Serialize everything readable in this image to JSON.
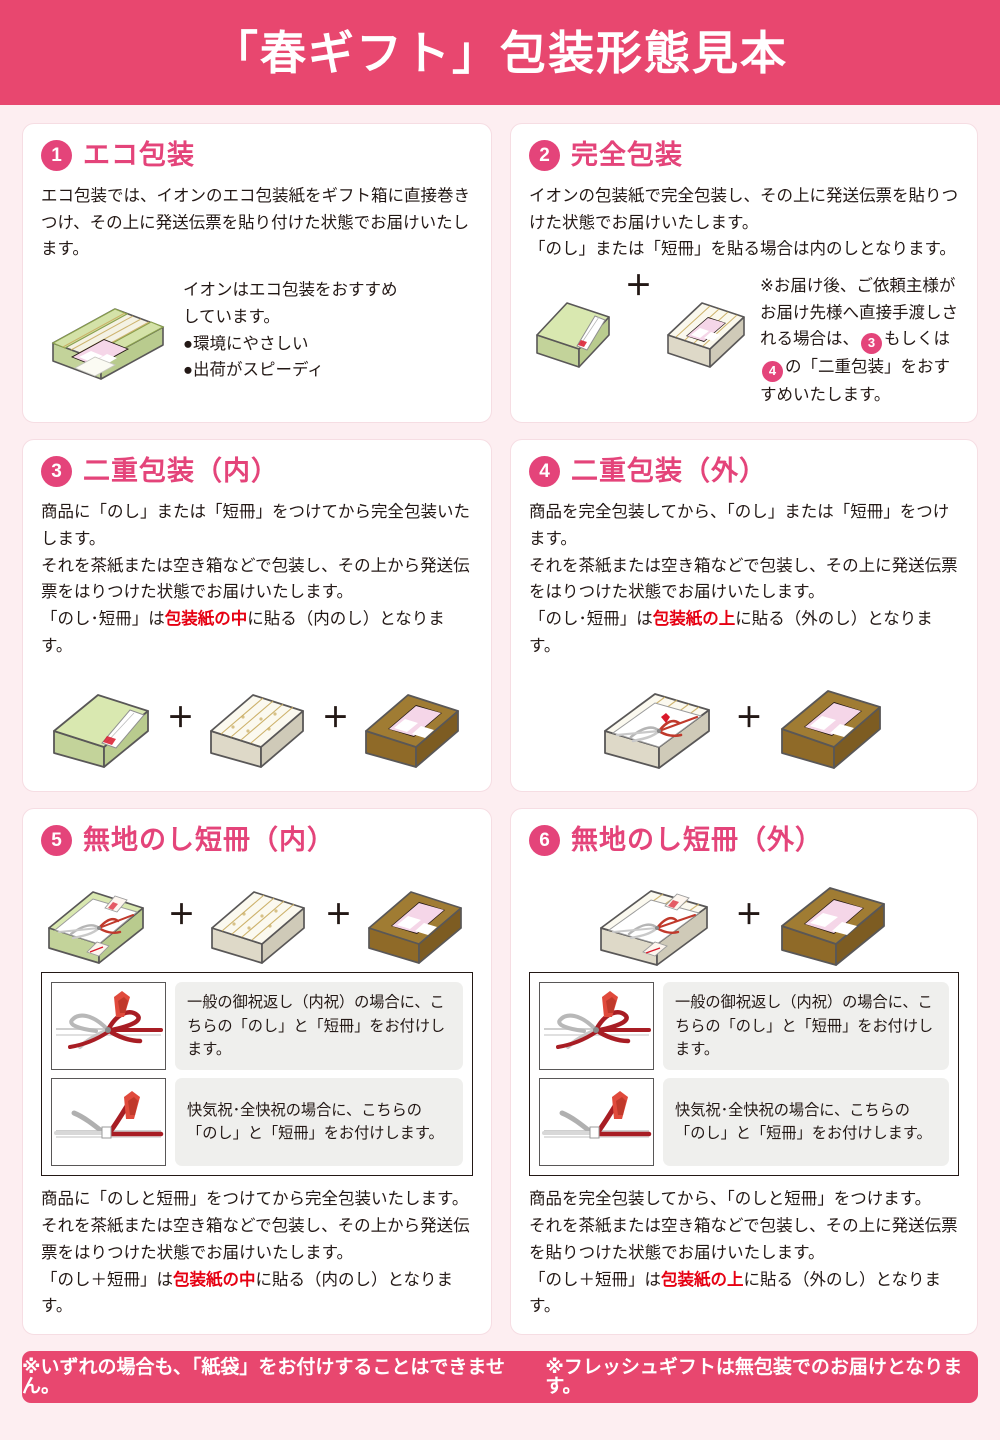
{
  "header": {
    "title": "「春ギフト」包装形態見本",
    "bg_color": "#e8476f",
    "text_color": "#ffffff"
  },
  "accent_color": "#e4447a",
  "highlight_color": "#e60012",
  "page_bg": "#fdeef1",
  "cards": [
    {
      "number": "1",
      "title": "エコ包装",
      "body": "エコ包装では、イオンのエコ包装紙をギフト箱に直接巻きつけ、その上に発送伝票を貼り付けた状態でお届けいたします。",
      "side_text_line1": "イオンはエコ包装をおすすめ",
      "side_text_line2": "しています。",
      "bullet1": "●環境にやさしい",
      "bullet2": "●出荷がスピーディ"
    },
    {
      "number": "2",
      "title": "完全包装",
      "body_line1": "イオンの包装紙で完全包装し、その上に発送伝票を貼りつけた状態でお届けいたします。",
      "body_line2": "「のし」または「短冊」を貼る場合は内のしとなります。",
      "note_part1": "※お届け後、ご依頼主様がお届け先様へ直接手渡しされる場合は、",
      "note_badge1": "3",
      "note_part2": "もしくは",
      "note_badge2": "4",
      "note_part3": "の「二重包装」をおすすめいたします。",
      "plus": "＋"
    },
    {
      "number": "3",
      "title": "二重包装（内）",
      "body_line1": "商品に「のし」または「短冊」をつけてから完全包装いたします。",
      "body_line2": "それを茶紙または空き箱などで包装し、その上から発送伝票をはりつけた状態でお届けいたします。",
      "body_line3_pre": "「のし･短冊」は",
      "body_line3_hl": "包装紙の中",
      "body_line3_post": "に貼る（内のし）となります。",
      "plus": "＋"
    },
    {
      "number": "4",
      "title": "二重包装（外）",
      "body_line1": "商品を完全包装してから、「のし」または「短冊」をつけます。",
      "body_line2": "それを茶紙または空き箱などで包装し、その上に発送伝票をはりつけた状態でお届けいたします。",
      "body_line3_pre": "「のし･短冊」は",
      "body_line3_hl": "包装紙の上",
      "body_line3_post": "に貼る（外のし）となります。",
      "plus": "＋"
    },
    {
      "number": "5",
      "title": "無地のし短冊（内）",
      "plus": "＋",
      "noshi_rows": [
        {
          "note": "一般の御祝返し（内祝）の場合に、こちらの「のし」と「短冊」をお付けします。",
          "knot": "chomusubi"
        },
        {
          "note": "快気祝･全快祝の場合に、こちらの「のし」と「短冊」をお付けします。",
          "knot": "musubikiri"
        }
      ],
      "footer_line1": "商品に「のしと短冊」をつけてから完全包装いたします。",
      "footer_line2": "それを茶紙または空き箱などで包装し、その上から発送伝票をはりつけた状態でお届けいたします。",
      "footer_line3_pre": "「のし＋短冊」は",
      "footer_line3_hl": "包装紙の中",
      "footer_line3_post": "に貼る（内のし）となります。"
    },
    {
      "number": "6",
      "title": "無地のし短冊（外）",
      "plus": "＋",
      "noshi_rows": [
        {
          "note": "一般の御祝返し（内祝）の場合に、こちらの「のし」と「短冊」をお付けします。",
          "knot": "chomusubi"
        },
        {
          "note": "快気祝･全快祝の場合に、こちらの「のし」と「短冊」をお付けします。",
          "knot": "musubikiri"
        }
      ],
      "footer_line1": "商品を完全包装してから、「のしと短冊」をつけます。",
      "footer_line2": "それを茶紙または空き箱などで包装し、その上に発送伝票を貼りつけた状態でお届けいたします。",
      "footer_line3_pre": "「のし＋短冊」は",
      "footer_line3_hl": "包装紙の上",
      "footer_line3_post": "に貼る（外のし）となります。"
    }
  ],
  "bottom_banner": {
    "note1": "※いずれの場合も、「紙袋」をお付けすることはできません。",
    "note2": "※フレッシュギフトは無包装でのお届けとなります。",
    "bg_color": "#e8476f"
  }
}
